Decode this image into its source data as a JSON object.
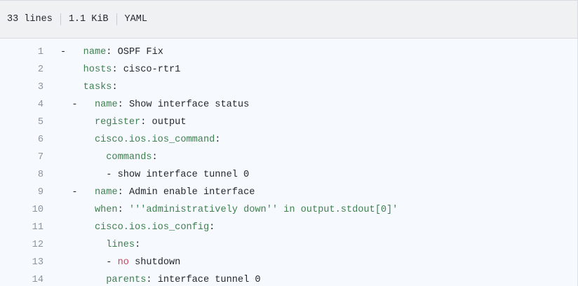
{
  "header": {
    "meta": [
      {
        "label": "33 lines"
      },
      {
        "label": "1.1 KiB"
      },
      {
        "label": "YAML"
      }
    ]
  },
  "code": {
    "language": "YAML",
    "lines": [
      {
        "number": "1",
        "tokens": [
          {
            "text": "- ",
            "type": "punct"
          },
          {
            "text": "  ",
            "type": "plain"
          },
          {
            "text": "name",
            "type": "key"
          },
          {
            "text": ": ",
            "type": "punct"
          },
          {
            "text": "OSPF Fix",
            "type": "plain"
          }
        ]
      },
      {
        "number": "2",
        "tokens": [
          {
            "text": "    ",
            "type": "plain"
          },
          {
            "text": "hosts",
            "type": "key"
          },
          {
            "text": ": ",
            "type": "punct"
          },
          {
            "text": "cisco-rtr1",
            "type": "plain"
          }
        ]
      },
      {
        "number": "3",
        "tokens": [
          {
            "text": "    ",
            "type": "plain"
          },
          {
            "text": "tasks",
            "type": "key"
          },
          {
            "text": ":",
            "type": "punct"
          }
        ]
      },
      {
        "number": "4",
        "tokens": [
          {
            "text": "  - ",
            "type": "punct"
          },
          {
            "text": "  ",
            "type": "plain"
          },
          {
            "text": "name",
            "type": "key"
          },
          {
            "text": ": ",
            "type": "punct"
          },
          {
            "text": "Show interface status",
            "type": "plain"
          }
        ]
      },
      {
        "number": "5",
        "tokens": [
          {
            "text": "      ",
            "type": "plain"
          },
          {
            "text": "register",
            "type": "key"
          },
          {
            "text": ": ",
            "type": "punct"
          },
          {
            "text": "output",
            "type": "plain"
          }
        ]
      },
      {
        "number": "6",
        "tokens": [
          {
            "text": "      ",
            "type": "plain"
          },
          {
            "text": "cisco.ios.ios_command",
            "type": "key"
          },
          {
            "text": ":",
            "type": "punct"
          }
        ]
      },
      {
        "number": "7",
        "tokens": [
          {
            "text": "        ",
            "type": "plain"
          },
          {
            "text": "commands",
            "type": "key"
          },
          {
            "text": ":",
            "type": "punct"
          }
        ]
      },
      {
        "number": "8",
        "tokens": [
          {
            "text": "        - ",
            "type": "punct"
          },
          {
            "text": "show interface tunnel 0",
            "type": "plain"
          }
        ]
      },
      {
        "number": "9",
        "tokens": [
          {
            "text": "  - ",
            "type": "punct"
          },
          {
            "text": "  ",
            "type": "plain"
          },
          {
            "text": "name",
            "type": "key"
          },
          {
            "text": ": ",
            "type": "punct"
          },
          {
            "text": "Admin enable interface",
            "type": "plain"
          }
        ]
      },
      {
        "number": "10",
        "tokens": [
          {
            "text": "      ",
            "type": "plain"
          },
          {
            "text": "when",
            "type": "key"
          },
          {
            "text": ": ",
            "type": "punct"
          },
          {
            "text": "'''administratively down'' in output.stdout[0]'",
            "type": "str"
          }
        ]
      },
      {
        "number": "11",
        "tokens": [
          {
            "text": "      ",
            "type": "plain"
          },
          {
            "text": "cisco.ios.ios_config",
            "type": "key"
          },
          {
            "text": ":",
            "type": "punct"
          }
        ]
      },
      {
        "number": "12",
        "tokens": [
          {
            "text": "        ",
            "type": "plain"
          },
          {
            "text": "lines",
            "type": "key"
          },
          {
            "text": ":",
            "type": "punct"
          }
        ]
      },
      {
        "number": "13",
        "tokens": [
          {
            "text": "        - ",
            "type": "punct"
          },
          {
            "text": "no",
            "type": "bool"
          },
          {
            "text": " shutdown",
            "type": "plain"
          }
        ]
      },
      {
        "number": "14",
        "tokens": [
          {
            "text": "        ",
            "type": "plain"
          },
          {
            "text": "parents",
            "type": "key"
          },
          {
            "text": ": ",
            "type": "punct"
          },
          {
            "text": "interface tunnel 0",
            "type": "plain"
          }
        ]
      }
    ]
  }
}
